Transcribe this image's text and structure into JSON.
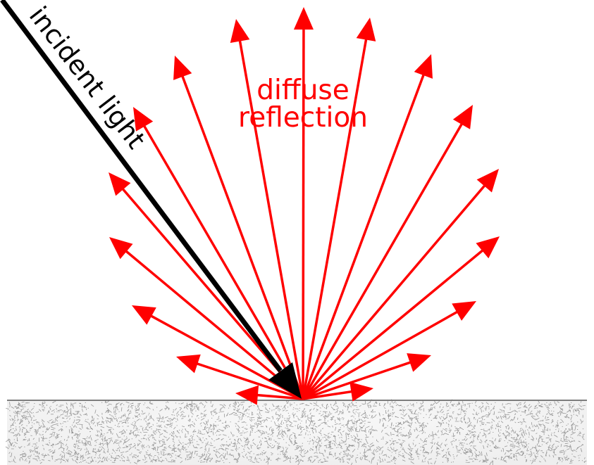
{
  "labels": {
    "incident": "incident light",
    "diffuse_line1": "diffuse",
    "diffuse_line2": "reflection"
  },
  "colors": {
    "background": "#ffffff",
    "incident_ray": "#000000",
    "reflected_rays": "#ff0000",
    "diffuse_label": "#ff0000",
    "incident_label": "#000000",
    "surface_base": "#f4f4f4",
    "surface_speckle": "#7a7a7a"
  },
  "reflected_ray_count": 17,
  "surface": {
    "texture": "rough-speckled"
  }
}
